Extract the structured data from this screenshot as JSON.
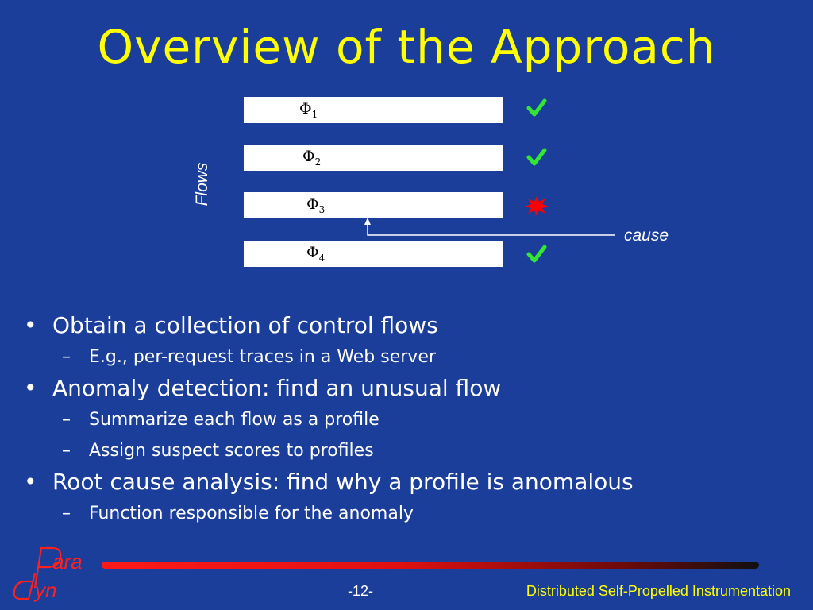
{
  "title": "Overview of the Approach",
  "diagram": {
    "axis_label": "Flows",
    "cause_label": "cause",
    "flows": [
      {
        "symbol": "Φ",
        "index": "1",
        "status": "ok",
        "status_icon": "check-icon"
      },
      {
        "symbol": "Φ",
        "index": "2",
        "status": "ok",
        "status_icon": "check-icon"
      },
      {
        "symbol": "Φ",
        "index": "3",
        "status": "anomalous",
        "status_icon": "burst-icon"
      },
      {
        "symbol": "Φ",
        "index": "4",
        "status": "ok",
        "status_icon": "check-icon"
      }
    ],
    "colors": {
      "check": "#33e633",
      "burst": "#ff0000",
      "arrow": "#ffffff"
    }
  },
  "bullets": [
    {
      "text": "Obtain a collection of control flows",
      "subs": [
        "E.g., per-request traces in a Web server"
      ]
    },
    {
      "text": "Anomaly detection: find an unusual flow",
      "subs": [
        "Summarize each flow as a profile",
        "Assign suspect scores to profiles"
      ]
    },
    {
      "text": "Root cause analysis: find why a profile is anomalous",
      "subs": [
        "Function responsible for the anomaly"
      ]
    }
  ],
  "footer": {
    "page": "-12-",
    "title": "Distributed Self-Propelled Instrumentation",
    "logo_text": "Paradyn"
  },
  "colors": {
    "background": "#1a3e99",
    "title": "#ffff00",
    "text": "#ffffff",
    "footer_title": "#ffff00",
    "logo": "#ff2020"
  }
}
